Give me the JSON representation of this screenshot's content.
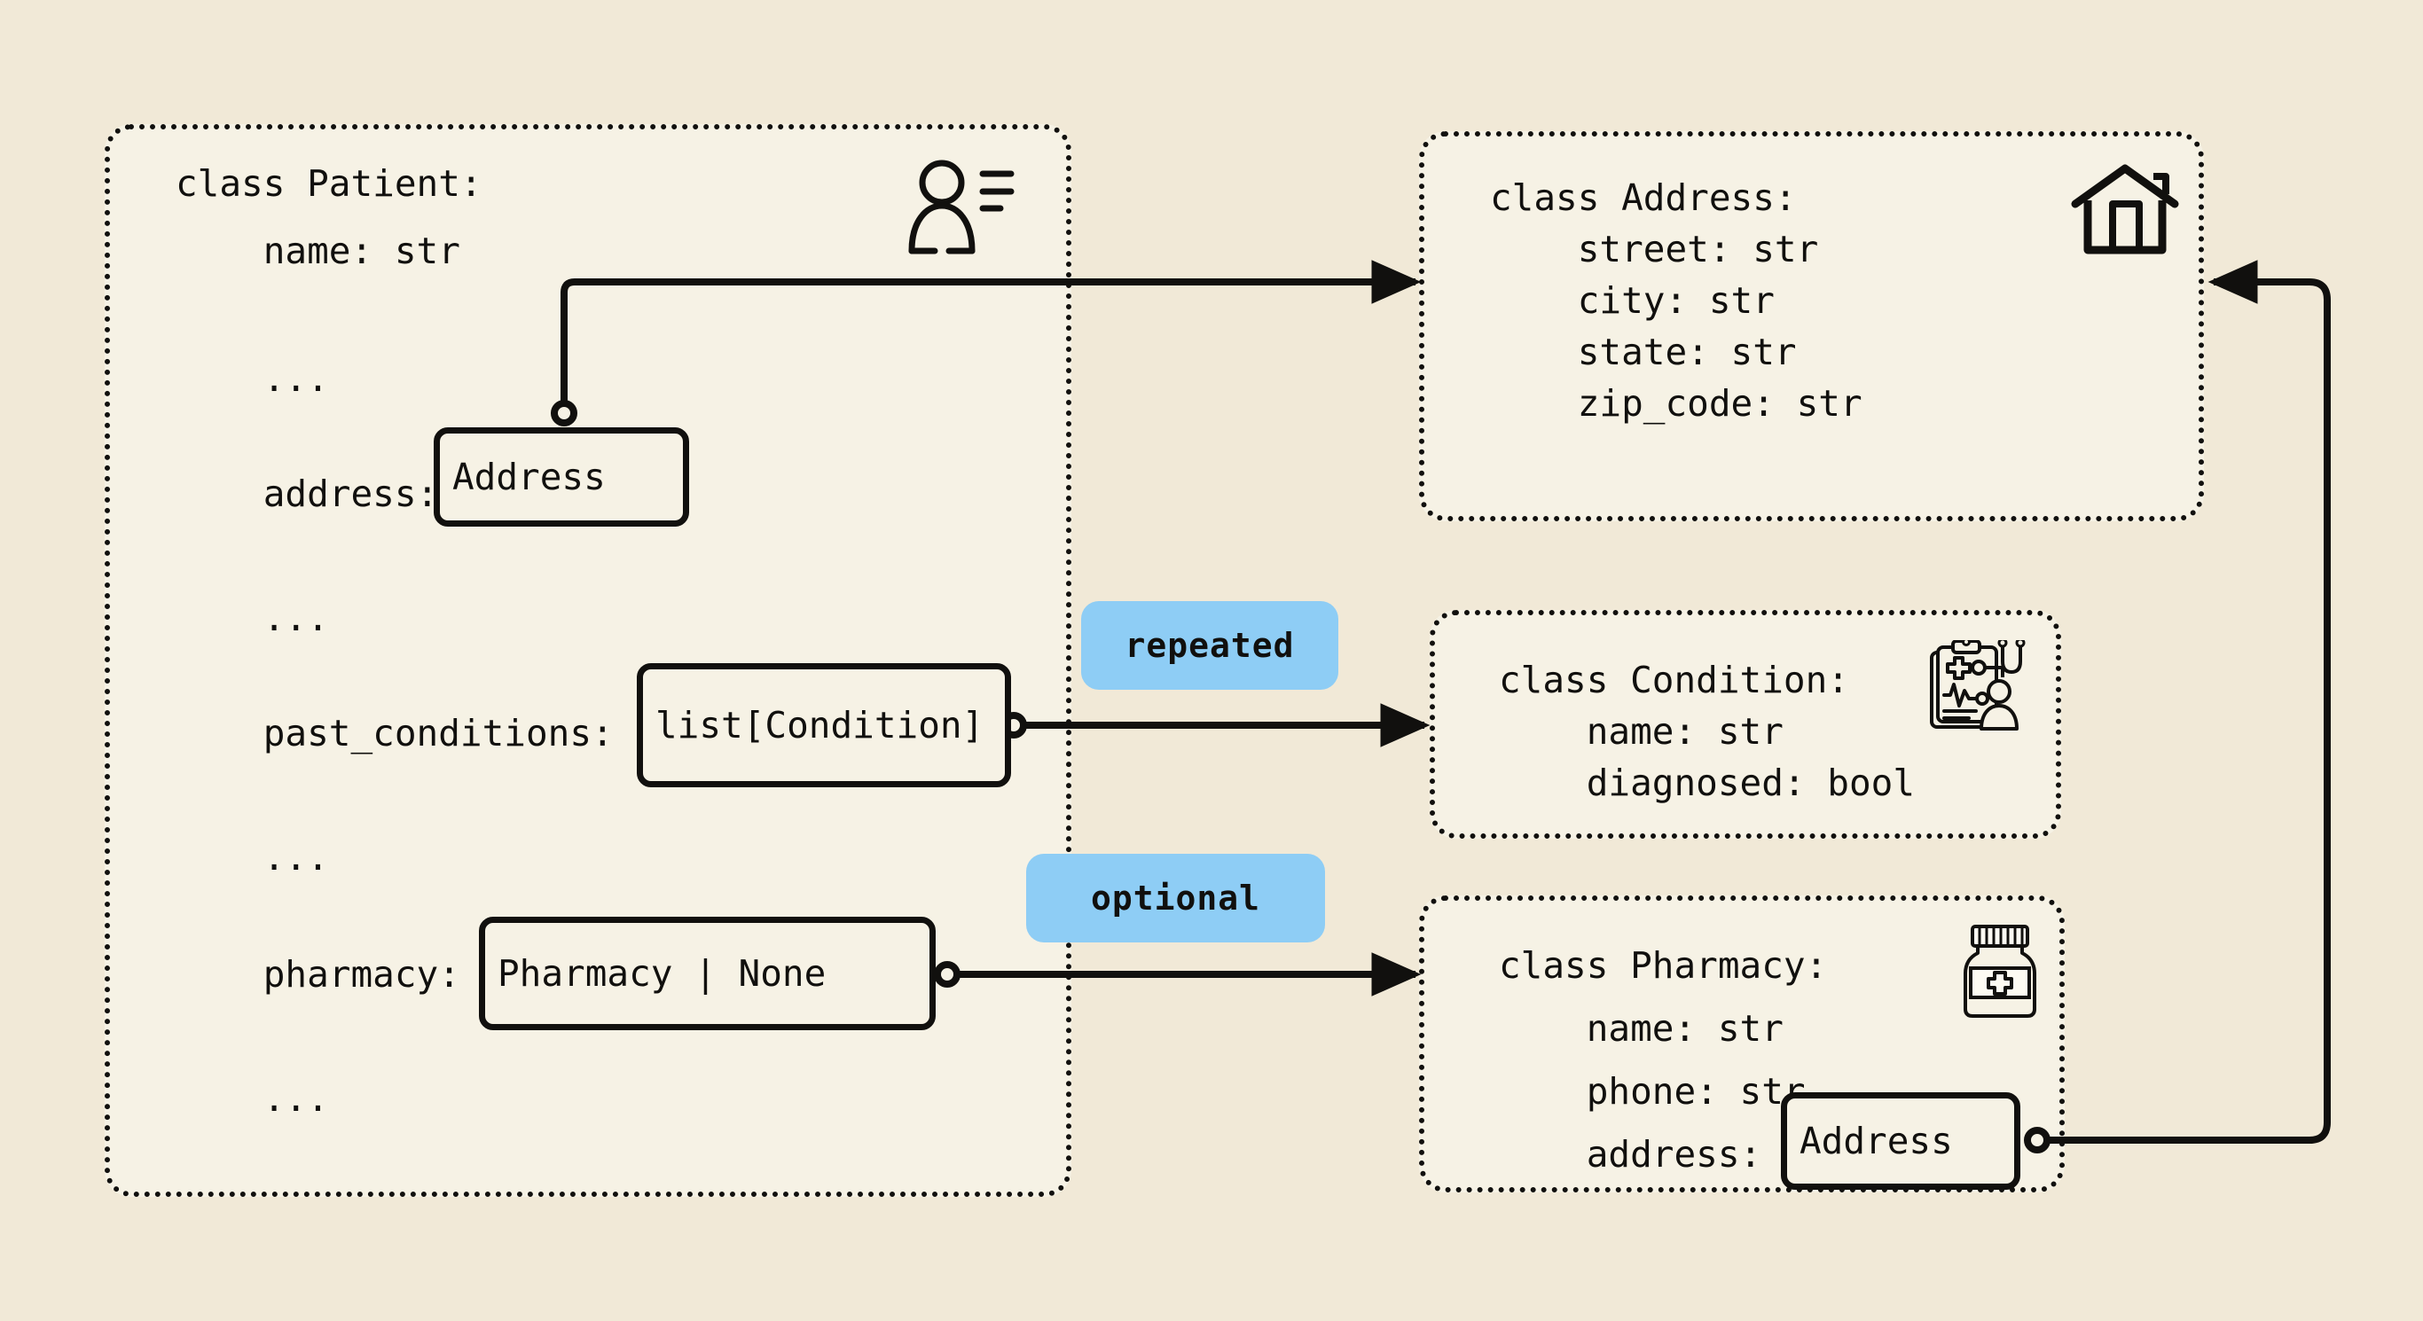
{
  "theme": {
    "page_bg": "#f1e9d7",
    "box_fill": "#f6f2e5",
    "stroke": "#11100e",
    "badge_bg": "#8ecdf5"
  },
  "classes": {
    "patient": {
      "header": "class Patient:",
      "lines": [
        "    name: str",
        "",
        "    ...",
        "",
        "    address:",
        "",
        "    ...",
        "",
        "    past_conditions:",
        "",
        "    ...",
        "",
        "    pharmacy:",
        "",
        "    ..."
      ],
      "icon": "person-record-icon",
      "fields": {
        "address_label": "    address:",
        "address_type": "Address",
        "past_conditions_label": "    past_conditions:",
        "past_conditions_type": "list[Condition]",
        "pharmacy_label": "    pharmacy:",
        "pharmacy_type": "Pharmacy | None",
        "ellipsis": "    ..."
      }
    },
    "address": {
      "header": "class Address:",
      "lines": [
        "    street: str",
        "    city: str",
        "    state: str",
        "    zip_code: str"
      ],
      "icon": "house-icon"
    },
    "condition": {
      "header": "class Condition:",
      "lines": [
        "    name: str",
        "    diagnosed: bool"
      ],
      "icon": "medical-clipboard-icon"
    },
    "pharmacy": {
      "header": "class Pharmacy:",
      "lines": [
        "    name: str",
        "    phone: str"
      ],
      "address_label": "    address:",
      "address_type": "Address",
      "icon": "pill-bottle-icon"
    }
  },
  "badges": {
    "repeated": "repeated",
    "optional": "optional"
  }
}
